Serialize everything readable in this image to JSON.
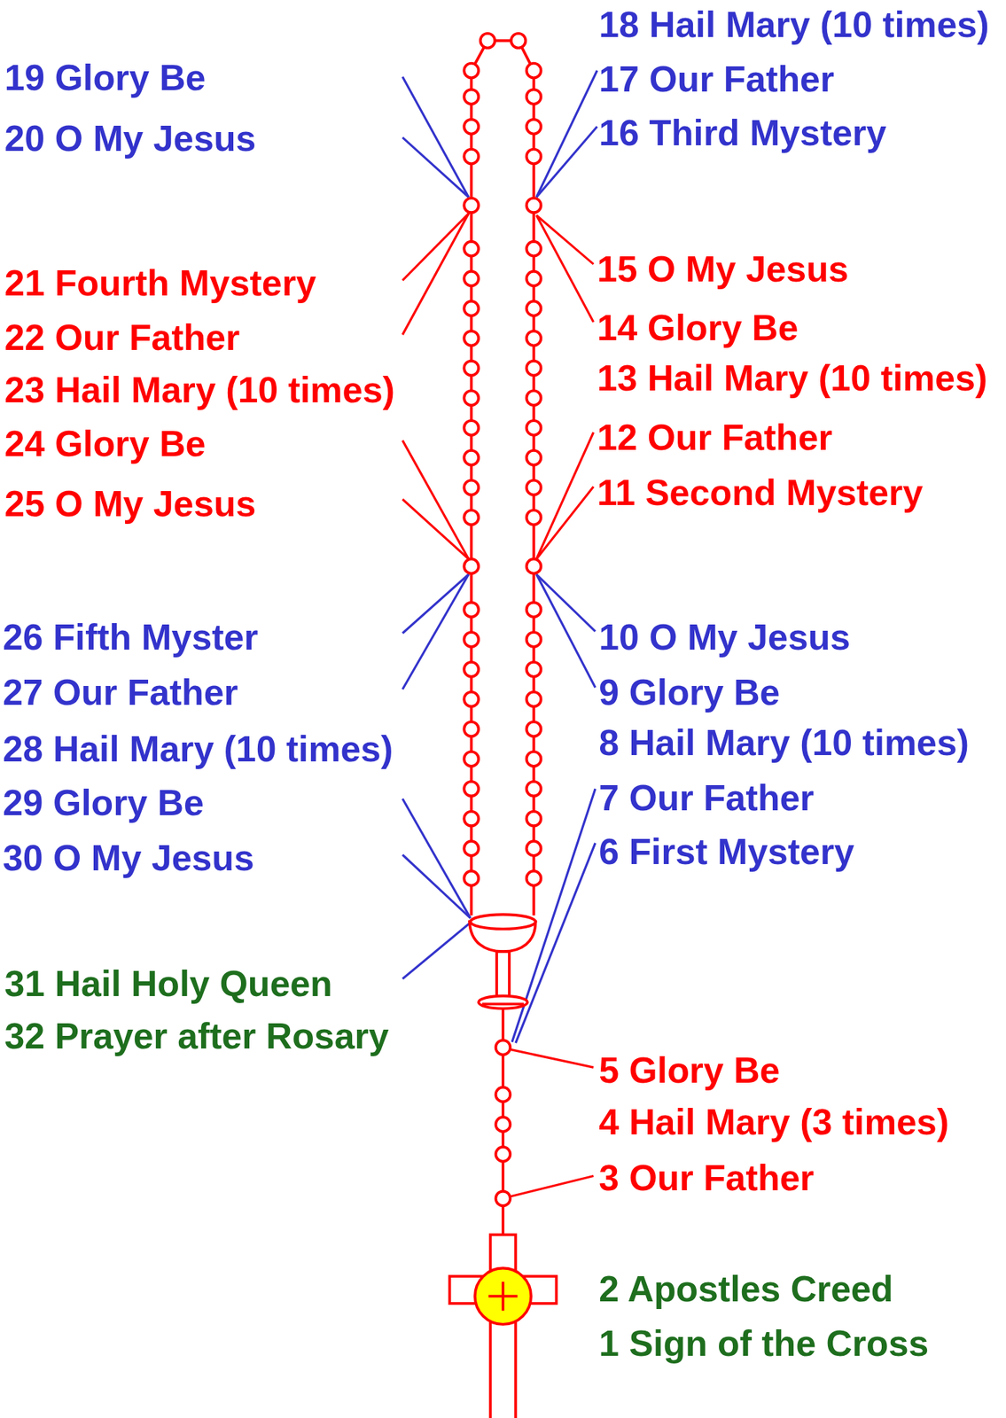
{
  "diagram": {
    "labels": [
      "1 Sign of the Cross",
      "2 Apostles Creed",
      "3 Our Father",
      "4 Hail Mary (3 times)",
      "5 Glory Be",
      "6 First Mystery",
      "7 Our Father",
      "8 Hail Mary (10 times)",
      "9 Glory Be",
      "10 O My Jesus",
      "11 Second Mystery",
      "12 Our Father",
      "13 Hail Mary (10 times)",
      "14 Glory Be",
      "15 O My Jesus",
      "16 Third Mystery",
      "17 Our Father",
      "18 Hail Mary (10 times)",
      "19 Glory Be",
      "20 O My Jesus",
      "21 Fourth Mystery",
      "22 Our Father",
      "23 Hail Mary (10 times)",
      "24 Glory Be",
      "25 O My Jesus",
      "26 Fifth Myster",
      "27 Our Father",
      "28 Hail Mary (10 times)",
      "29 Glory Be",
      "30 O My Jesus",
      "31 Hail Holy Queen",
      "32 Prayer after Rosary"
    ]
  }
}
